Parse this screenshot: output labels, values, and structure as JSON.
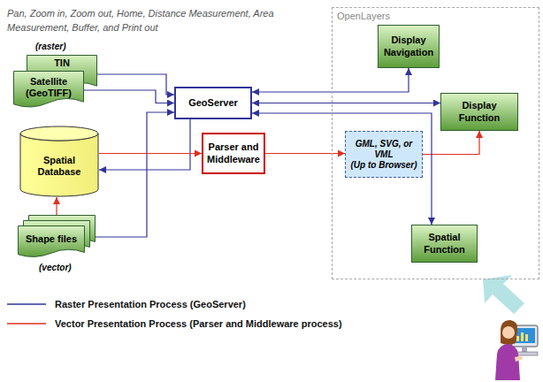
{
  "diagram": {
    "nodes": [
      {
        "text": [
          "TIN"
        ]
      },
      {
        "text": [
          "Satellite (GeoTIFF)"
        ]
      },
      {
        "text": [
          "Spatial Database"
        ]
      },
      {
        "text": [
          "Shape files"
        ]
      },
      {
        "text": [
          "GeoServer"
        ]
      },
      {
        "text": [
          "Parser and Middleware"
        ]
      },
      {
        "text": [
          "OpenLayers"
        ]
      },
      {
        "text": [
          "Display Navigation"
        ],
        "in": 6
      },
      {
        "text": [
          "Display Function"
        ],
        "in": 6
      },
      {
        "text": [
          "GML, SVG, or VML",
          "(Up to Browser)"
        ],
        "in": 6
      },
      {
        "text": [
          "Spatial Function"
        ],
        "in": 6
      }
    ],
    "edges": [
      {
        "from": 0,
        "to": 4,
        "arrow": "to"
      },
      {
        "from": 1,
        "to": 4,
        "arrow": "to"
      },
      {
        "from": 3,
        "to": 4,
        "arrow": "to"
      },
      {
        "from": 4,
        "to": 2,
        "arrow": "to"
      },
      {
        "from": 3,
        "to": 2,
        "arrow": "to"
      },
      {
        "from": 2,
        "to": 5,
        "arrow": "to"
      },
      {
        "from": 5,
        "to": 9,
        "arrow": "to"
      },
      {
        "from": 9,
        "to": 8,
        "arrow": "to"
      },
      {
        "from": 4,
        "to": 7,
        "arrow": "both"
      },
      {
        "from": 4,
        "to": 8,
        "arrow": "both"
      },
      {
        "from": 4,
        "to": 10,
        "arrow": "both"
      }
    ],
    "labels": [
      "Pan, Zoom in, Zoom out, Home, Distance Measurement, Area Measurement, Buffer, and Print out",
      "(raster)",
      "(vector)"
    ],
    "legend": [
      {
        "text": "Raster Presentation Process (GeoServer)"
      },
      {
        "text": "Vector Presentation Process (Parser and Middleware process)"
      }
    ]
  }
}
